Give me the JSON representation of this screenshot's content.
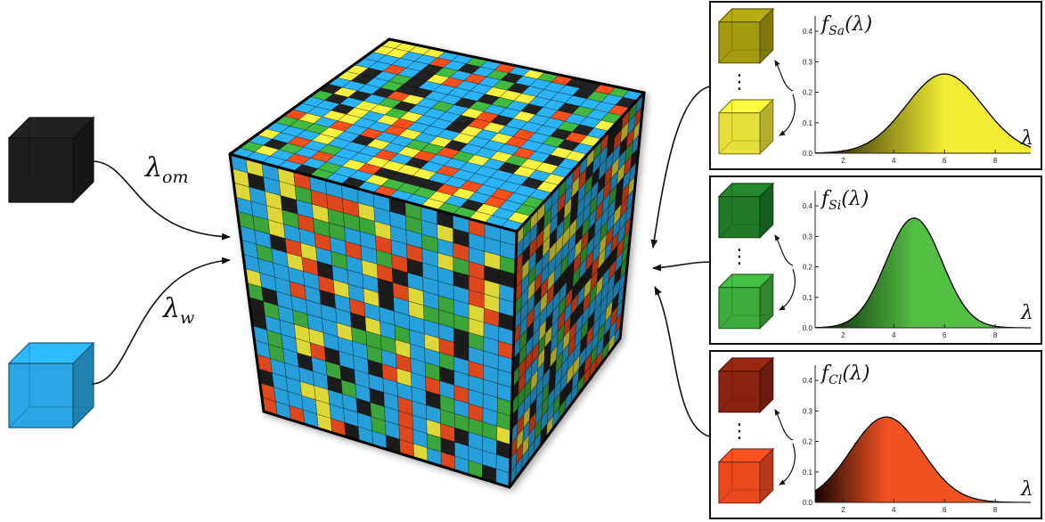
{
  "colors": {
    "organic_matter": "#1e1e1e",
    "water": "#29a6e3",
    "sand": "#e6e03a",
    "silt": "#3cac3c",
    "clay": "#e8491d",
    "mosaic": [
      "#29a6e3",
      "#29a6e3",
      "#29a6e3",
      "#e6e03a",
      "#3cac3c",
      "#e8491d",
      "#1e1e1e"
    ]
  },
  "left_inputs": [
    {
      "label_base": "λ",
      "label_sub": "om",
      "icon": "black-cube-icon"
    },
    {
      "label_base": "λ",
      "label_sub": "w",
      "icon": "blue-cube-icon"
    }
  ],
  "panels": [
    {
      "id": "sand",
      "func_base": "f",
      "func_sub": "Sa",
      "func_arg": "(λ)",
      "xlabel": "λ",
      "dots": "⋮",
      "icon_top": "dark-yellow-cube-icon",
      "icon_bottom": "light-yellow-cube-icon"
    },
    {
      "id": "silt",
      "func_base": "f",
      "func_sub": "Si",
      "func_arg": "(λ)",
      "xlabel": "λ",
      "dots": "⋮",
      "icon_top": "dark-green-cube-icon",
      "icon_bottom": "light-green-cube-icon"
    },
    {
      "id": "clay",
      "func_base": "f",
      "func_sub": "Cl",
      "func_arg": "(λ)",
      "xlabel": "λ",
      "dots": "⋮",
      "icon_top": "dark-red-cube-icon",
      "icon_bottom": "light-red-cube-icon"
    }
  ],
  "chart_data": [
    {
      "type": "area",
      "title": "f_Sa(λ)",
      "xlabel": "λ",
      "xticks": [
        2,
        4,
        6,
        8
      ],
      "yticks": [
        0.0,
        0.1,
        0.2,
        0.3,
        0.4
      ],
      "xlim": [
        0.9,
        9.4
      ],
      "ylim": [
        0,
        0.45
      ],
      "series": [
        {
          "distribution": "gaussian",
          "mean": 6.0,
          "sd": 1.5,
          "peak": 0.26
        }
      ],
      "fill_from": "#171600",
      "fill_to": "#f2ec33"
    },
    {
      "type": "area",
      "title": "f_Si(λ)",
      "xlabel": "λ",
      "xticks": [
        2,
        4,
        6,
        8
      ],
      "yticks": [
        0.0,
        0.1,
        0.2,
        0.3,
        0.4
      ],
      "xlim": [
        0.9,
        9.4
      ],
      "ylim": [
        0,
        0.45
      ],
      "series": [
        {
          "distribution": "gaussian",
          "mean": 4.8,
          "sd": 1.1,
          "peak": 0.36
        }
      ],
      "fill_from": "#082008",
      "fill_to": "#52be42"
    },
    {
      "type": "area",
      "title": "f_Cl(λ)",
      "xlabel": "λ",
      "xticks": [
        2,
        4,
        6,
        8
      ],
      "yticks": [
        0.0,
        0.1,
        0.2,
        0.3,
        0.4
      ],
      "xlim": [
        0.9,
        9.4
      ],
      "ylim": [
        0,
        0.45
      ],
      "series": [
        {
          "distribution": "gaussian",
          "mean": 3.7,
          "sd": 1.4,
          "peak": 0.28
        }
      ],
      "fill_from": "#1a0404",
      "fill_to": "#f05222"
    }
  ]
}
